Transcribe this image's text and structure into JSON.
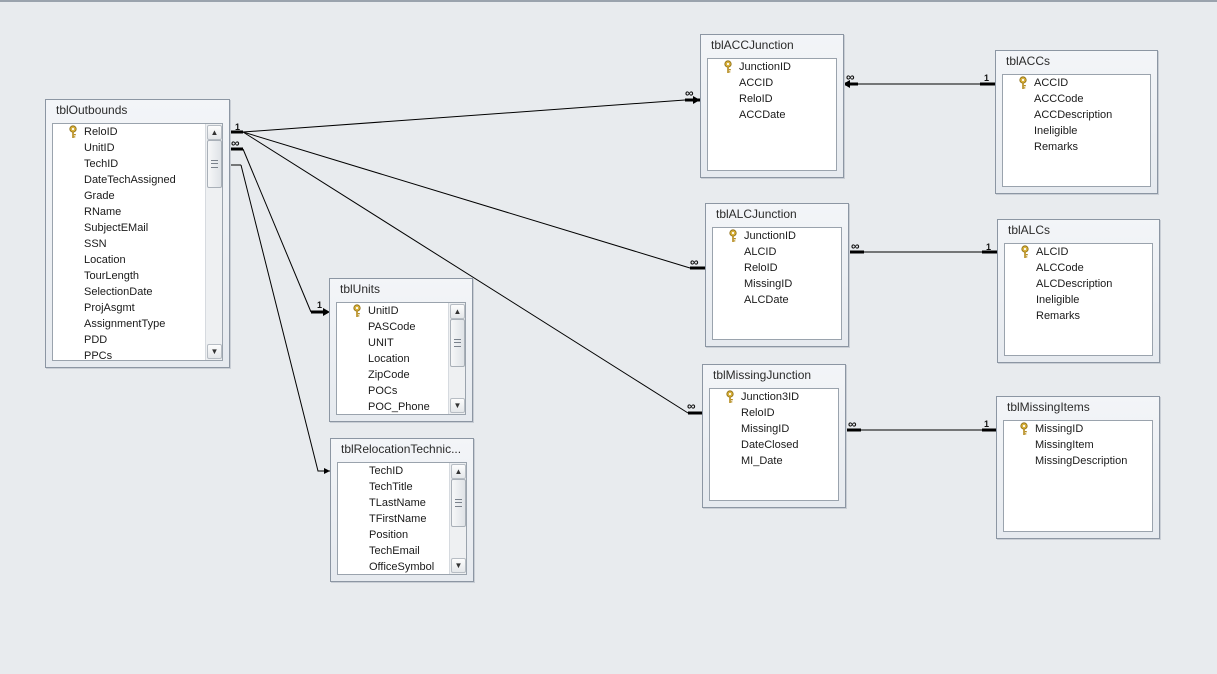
{
  "tables": {
    "outbounds": {
      "title": "tblOutbounds",
      "fields": [
        "ReloID",
        "UnitID",
        "TechID",
        "DateTechAssigned",
        "Grade",
        "RName",
        "SubjectEMail",
        "SSN",
        "Location",
        "TourLength",
        "SelectionDate",
        "ProjAsgmt",
        "AssignmentType",
        "PDD",
        "PPCs"
      ],
      "key_field": "ReloID"
    },
    "units": {
      "title": "tblUnits",
      "fields": [
        "UnitID",
        "PASCode",
        "UNIT",
        "Location",
        "ZipCode",
        "POCs",
        "POC_Phone"
      ],
      "key_field": "UnitID"
    },
    "relocation": {
      "title": "tblRelocationTechnic...",
      "fields": [
        "TechID",
        "TechTitle",
        "TLastName",
        "TFirstName",
        "Position",
        "TechEmail",
        "OfficeSymbol"
      ],
      "key_field": ""
    },
    "acc_junction": {
      "title": "tblACCJunction",
      "fields": [
        "JunctionID",
        "ACCID",
        "ReloID",
        "ACCDate"
      ],
      "key_field": "JunctionID"
    },
    "accs": {
      "title": "tblACCs",
      "fields": [
        "ACCID",
        "ACCCode",
        "ACCDescription",
        "Ineligible",
        "Remarks"
      ],
      "key_field": "ACCID"
    },
    "alc_junction": {
      "title": "tblALCJunction",
      "fields": [
        "JunctionID",
        "ALCID",
        "ReloID",
        "MissingID",
        "ALCDate"
      ],
      "key_field": "JunctionID"
    },
    "alcs": {
      "title": "tblALCs",
      "fields": [
        "ALCID",
        "ALCCode",
        "ALCDescription",
        "Ineligible",
        "Remarks"
      ],
      "key_field": "ALCID"
    },
    "missing_junction": {
      "title": "tblMissingJunction",
      "fields": [
        "Junction3ID",
        "ReloID",
        "MissingID",
        "DateClosed",
        "MI_Date"
      ],
      "key_field": "Junction3ID"
    },
    "missing_items": {
      "title": "tblMissingItems",
      "fields": [
        "MissingID",
        "MissingItem",
        "MissingDescription"
      ],
      "key_field": "MissingID"
    }
  },
  "cardinality": {
    "one": "1",
    "many": "∞"
  },
  "scroll_arrows": {
    "up": "▲",
    "down": "▼"
  },
  "icons": {
    "primary_key": "key-icon"
  },
  "colors": {
    "background": "#e8ebee",
    "key": "#d7b03a",
    "line": "#000000"
  }
}
